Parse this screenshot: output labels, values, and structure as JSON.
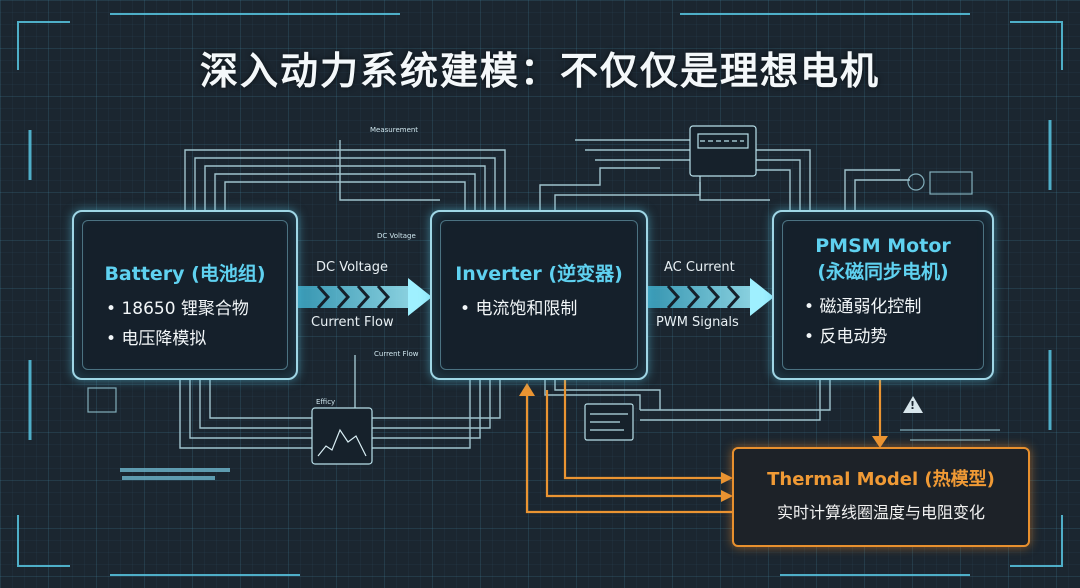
{
  "title": "深入动力系统建模：不仅仅是理想电机",
  "colors": {
    "accent": "#5fd1f0",
    "arrow": "#7fe0f5",
    "thermal": "#e8902e",
    "background": "#1b2630"
  },
  "battery": {
    "title": "Battery (电池组)",
    "bullets": [
      "18650 锂聚合物",
      "电压降模拟"
    ]
  },
  "inverter": {
    "title": "Inverter (逆变器)",
    "bullets": [
      "电流饱和限制"
    ]
  },
  "motor": {
    "title_line1": "PMSM Motor",
    "title_line2": "(永磁同步电机)",
    "bullets": [
      "磁通弱化控制",
      "反电动势"
    ]
  },
  "thermal": {
    "title": "Thermal Model (热模型)",
    "description": "实时计算线圈温度与电阻变化"
  },
  "links": {
    "battery_inverter_top": "DC Voltage",
    "battery_inverter_bottom": "Current Flow",
    "inverter_motor_top": "AC Current",
    "inverter_motor_bottom": "PWM Signals"
  },
  "small_labels": {
    "measurement": "Measurement",
    "dc_voltage": "DC Voltage",
    "current_flow": "Current Flow",
    "efficiency": "Efficy"
  }
}
